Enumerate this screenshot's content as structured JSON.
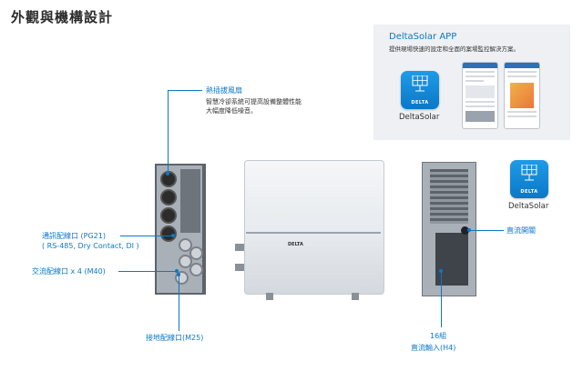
{
  "page": {
    "title": "外觀與機構設計"
  },
  "app_panel": {
    "title": "DeltaSolar APP",
    "description": "提供現場快速的設定和全面的案場監控解決方案。",
    "icon": {
      "name": "solar-panel-icon",
      "brand_text": "DELTA",
      "label": "DeltaSolar"
    }
  },
  "standalone_icon": {
    "name": "solar-panel-icon",
    "brand_text": "DELTA",
    "label": "DeltaSolar"
  },
  "callouts": {
    "hot_swap_fan": {
      "title": "熱插拔風扇",
      "desc_line1": "智慧冷卻系統可提高設備整體性能",
      "desc_line2": "大幅度降低噪音。"
    },
    "comm_port": {
      "line1": "通訊配線口 (PG21)",
      "line2": "( RS-485, Dry Contact, DI )"
    },
    "ac_port": {
      "label": "交流配線口 x 4 (M40)"
    },
    "ground_port": {
      "label": "接地配線口(M25)"
    },
    "dc_switch": {
      "label": "直流開關"
    },
    "dc_input": {
      "line1": "16組",
      "line2": "直流輸入(H4)"
    }
  },
  "inverter": {
    "brand": "DELTA"
  },
  "colors": {
    "accent": "#0a78c8",
    "panel_bg": "#eef0f3"
  }
}
